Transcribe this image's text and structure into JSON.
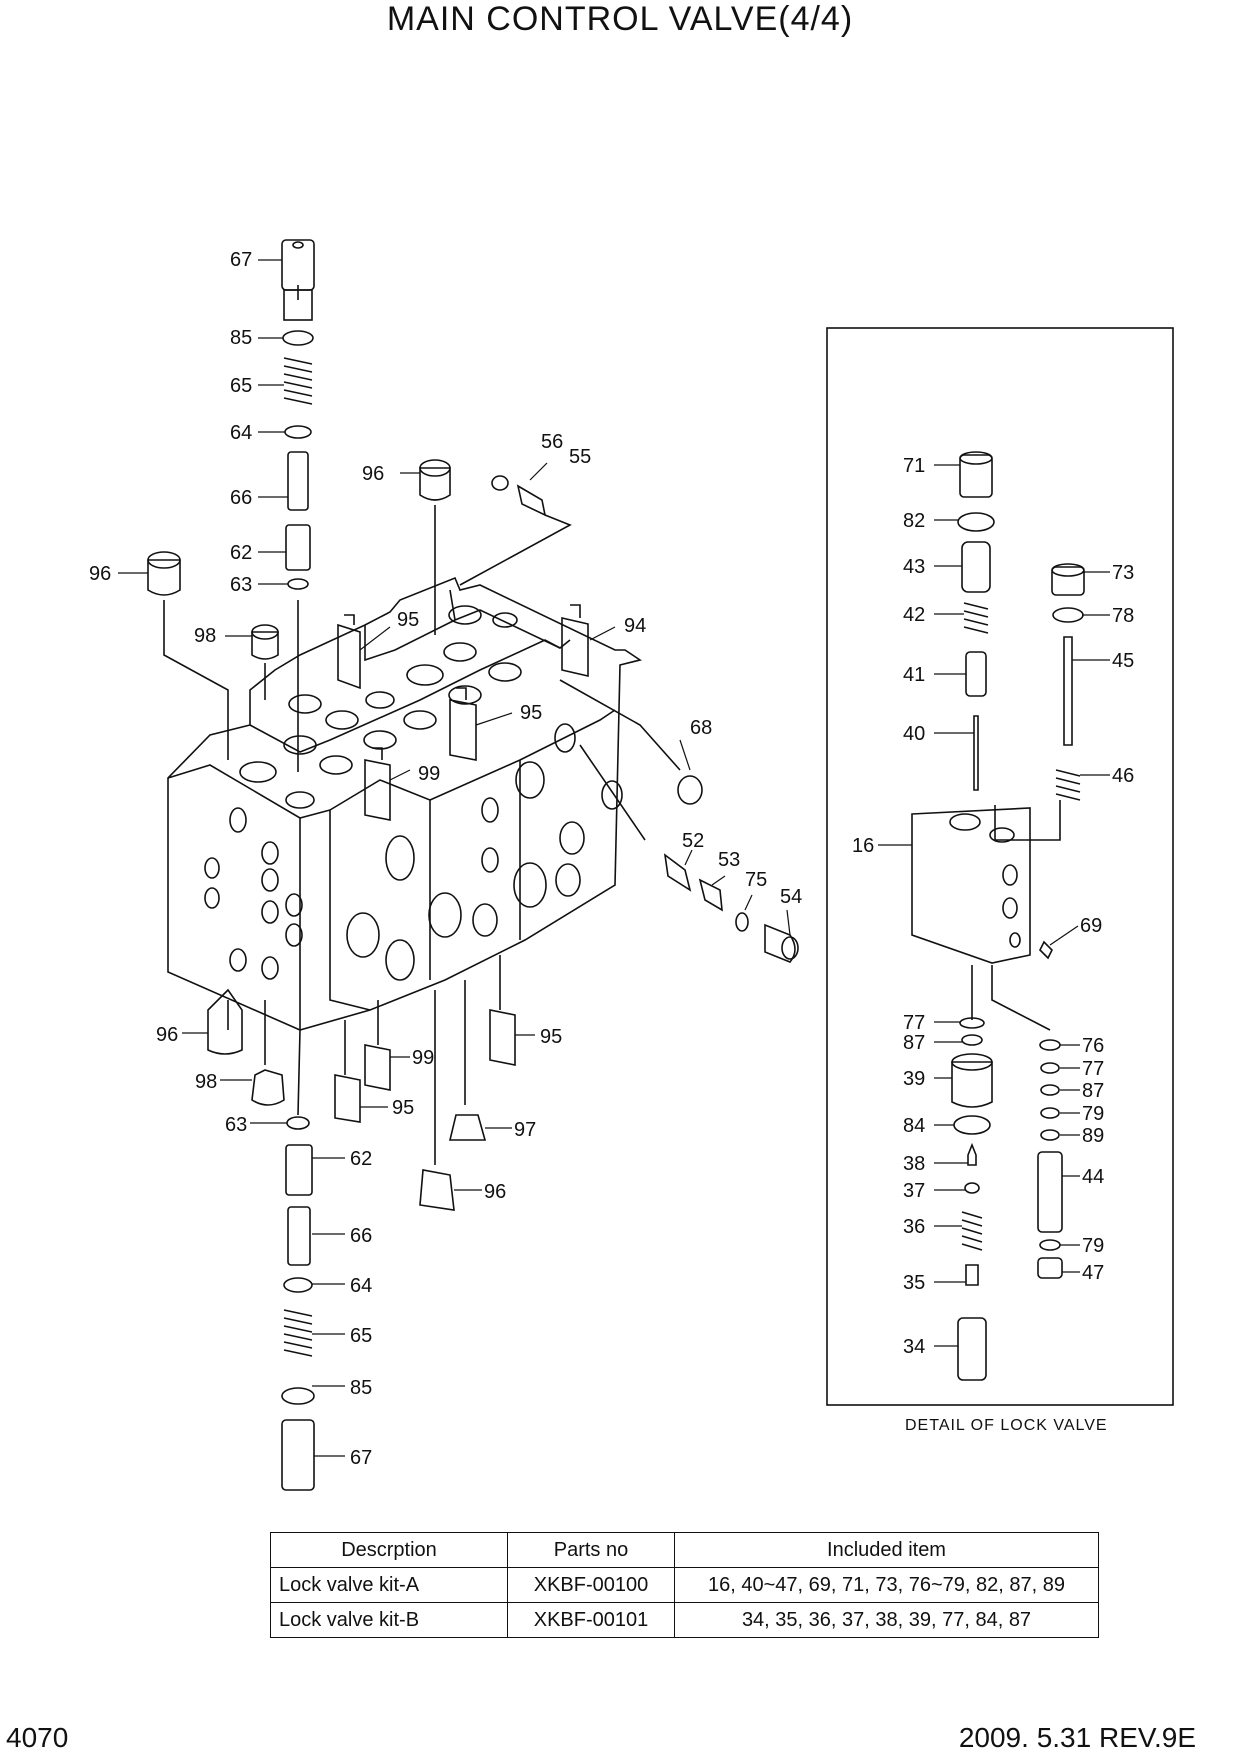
{
  "title": "MAIN CONTROL VALVE(4/4)",
  "detail_caption": "DETAIL OF LOCK VALVE",
  "callouts": {
    "left_stack_top": [
      "67",
      "85",
      "65",
      "64",
      "66",
      "62",
      "63"
    ],
    "upper_body": [
      "96",
      "98",
      "96",
      "95",
      "56",
      "55",
      "94",
      "95",
      "99",
      "68",
      "52",
      "53",
      "75",
      "54"
    ],
    "lower_body": [
      "96",
      "98",
      "63",
      "62",
      "66",
      "64",
      "65",
      "85",
      "67",
      "99",
      "95",
      "95",
      "97",
      "96"
    ],
    "lock_valve": [
      "71",
      "82",
      "43",
      "42",
      "41",
      "40",
      "16",
      "73",
      "78",
      "45",
      "46",
      "69",
      "77",
      "87",
      "39",
      "84",
      "38",
      "37",
      "36",
      "35",
      "34",
      "76",
      "77",
      "87",
      "79",
      "89",
      "44",
      "79",
      "47"
    ]
  },
  "table": {
    "headers": [
      "Descrption",
      "Parts no",
      "Included item"
    ],
    "rows": [
      [
        "Lock valve kit-A",
        "XKBF-00100",
        "16, 40~47, 69, 71, 73, 76~79, 82, 87, 89"
      ],
      [
        "Lock valve kit-B",
        "XKBF-00101",
        "34, 35, 36, 37, 38, 39, 77, 84, 87"
      ]
    ]
  },
  "footer": {
    "page": "4070",
    "date_rev": "2009. 5.31  REV.9E"
  }
}
